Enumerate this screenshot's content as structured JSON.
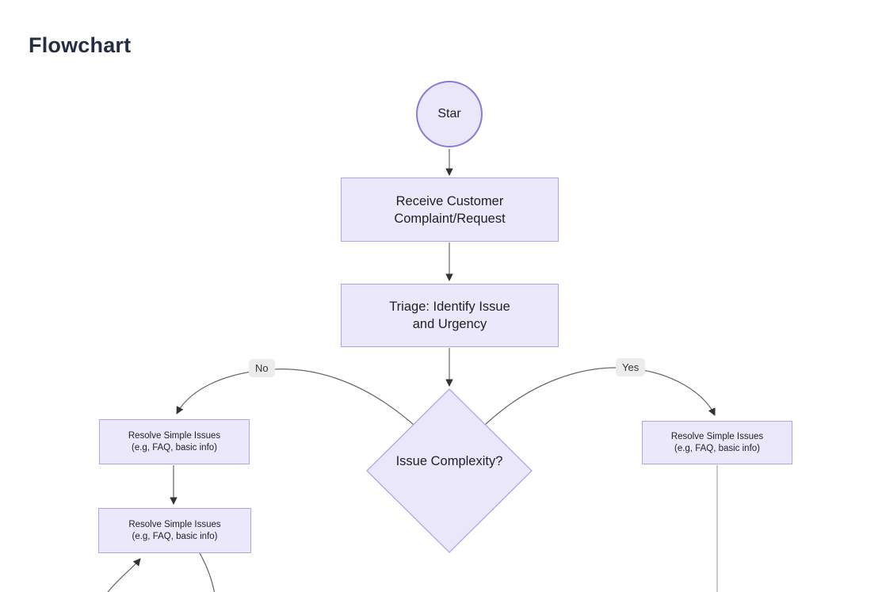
{
  "page": {
    "title": "Flowchart"
  },
  "flowchart": {
    "nodes": {
      "start": {
        "shape": "circle",
        "lines": [
          "Star"
        ]
      },
      "receive": {
        "shape": "rect",
        "lines": [
          "Receive Customer",
          "Complaint/Request"
        ]
      },
      "triage": {
        "shape": "rect",
        "lines": [
          "Triage: Identify Issue",
          "and Urgency"
        ]
      },
      "complexity": {
        "shape": "diamond",
        "lines": [
          "Issue",
          "Complexity?"
        ]
      },
      "resolve_left": {
        "shape": "rect",
        "lines": [
          "Resolve Simple Issues",
          "(e.g, FAQ, basic info)"
        ]
      },
      "resolve_right": {
        "shape": "rect",
        "lines": [
          "Resolve Simple Issues",
          "(e.g, FAQ, basic info)"
        ]
      },
      "resolve_left2": {
        "shape": "rect",
        "lines": [
          "Resolve Simple Issues",
          "(e.g, FAQ, basic info)"
        ]
      }
    },
    "edge_labels": {
      "no": "No",
      "yes": "Yes"
    },
    "edges": [
      {
        "from": "start",
        "to": "receive"
      },
      {
        "from": "receive",
        "to": "triage"
      },
      {
        "from": "triage",
        "to": "complexity"
      },
      {
        "from": "complexity",
        "to": "resolve_left",
        "label": "No"
      },
      {
        "from": "complexity",
        "to": "resolve_right",
        "label": "Yes"
      },
      {
        "from": "resolve_left",
        "to": "resolve_left2"
      },
      {
        "from": "offscreen-bottom",
        "to": "resolve_left2"
      },
      {
        "from": "resolve_left2",
        "to": "offscreen-bottom"
      },
      {
        "from": "resolve_right",
        "to": "offscreen-bottom"
      }
    ],
    "colors": {
      "node_fill": "#ebe8fb",
      "node_border": "#b3a4e8",
      "circle_border": "#8f77d8",
      "edge_line": "#666666",
      "arrowhead": "#333333",
      "edge_label_bg": "#ececec",
      "faint_line": "#c9c9c9",
      "title_text": "#232e43",
      "node_text": "#1f1f1f"
    }
  }
}
